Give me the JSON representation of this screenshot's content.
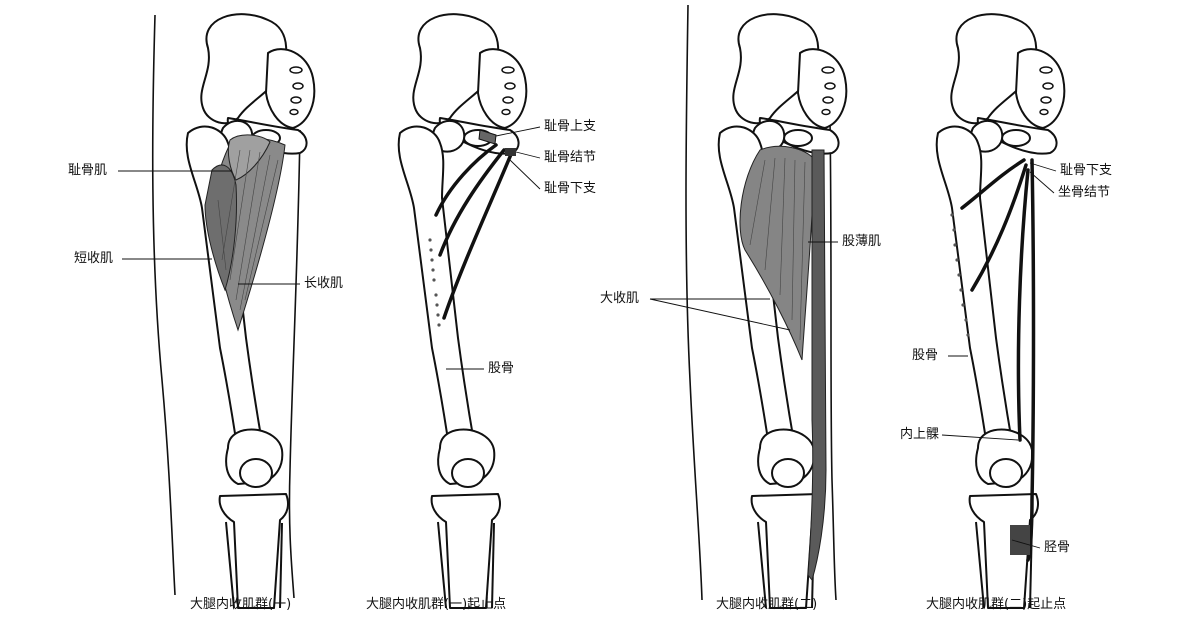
{
  "figures": [
    {
      "caption": "大腿内收肌群(一)",
      "labels": {
        "pectineus": "耻骨肌",
        "adductor_brevis": "短收肌",
        "adductor_longus": "长收肌"
      }
    },
    {
      "caption": "大腿内收肌群(一)起止点",
      "labels": {
        "superior_pubic_ramus": "耻骨上支",
        "pubic_tubercle": "耻骨结节",
        "inferior_pubic_ramus": "耻骨下支",
        "femur": "股骨"
      }
    },
    {
      "caption": "大腿内收肌群(二)",
      "labels": {
        "gracilis": "股薄肌",
        "adductor_magnus": "大收肌"
      }
    },
    {
      "caption": "大腿内收肌群(二)起止点",
      "labels": {
        "inferior_pubic_ramus": "耻骨下支",
        "ischial_tuberosity": "坐骨结节",
        "femur": "股骨",
        "medial_epicondyle": "内上髁",
        "tibia": "胫骨"
      }
    }
  ]
}
